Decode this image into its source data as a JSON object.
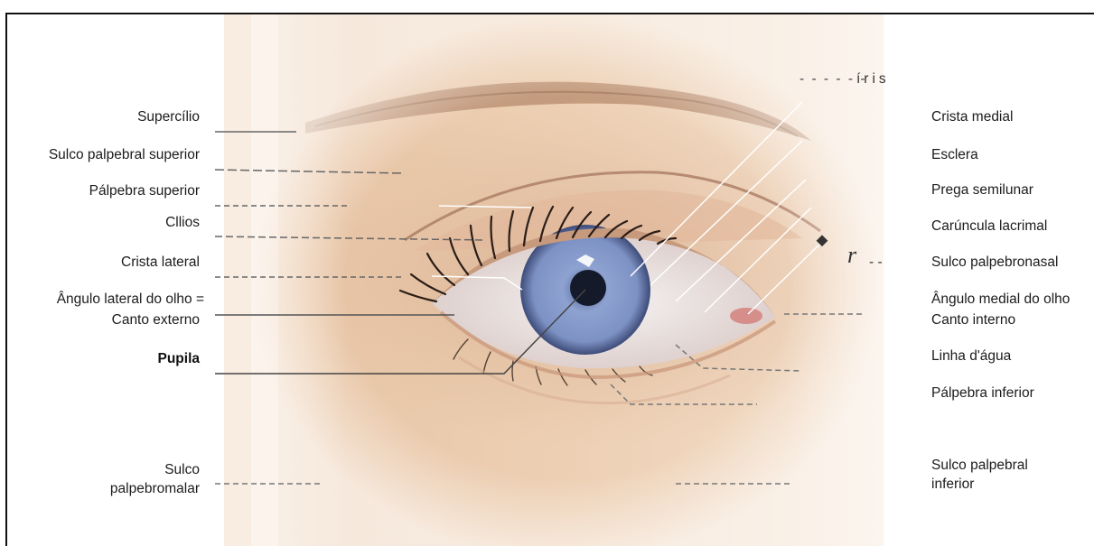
{
  "labels_left": [
    {
      "id": "supercilio",
      "text": "Supercílio"
    },
    {
      "id": "sulco_palpebral_superior",
      "text": "Sulco palpebral superior"
    },
    {
      "id": "palpebra_superior",
      "text": "Pálpebra superior"
    },
    {
      "id": "cilios",
      "text": "Cllios"
    },
    {
      "id": "crista_lateral",
      "text": "Crista lateral"
    },
    {
      "id": "angulo_lateral_1",
      "text": "Ângulo lateral do olho ="
    },
    {
      "id": "angulo_lateral_2",
      "text": "Canto externo"
    },
    {
      "id": "pupila",
      "text": "Pupila"
    },
    {
      "id": "sulco_palpebromalar_1",
      "text": "Sulco"
    },
    {
      "id": "sulco_palpebromalar_2",
      "text": "palpebromalar"
    }
  ],
  "labels_right": [
    {
      "id": "iris",
      "text": "íris"
    },
    {
      "id": "crista_medial",
      "text": "Crista medial"
    },
    {
      "id": "esclera",
      "text": "Esclera"
    },
    {
      "id": "prega_semilunar",
      "text": "Prega semilunar"
    },
    {
      "id": "caruncula_lacrimal",
      "text": "Carúncula lacrimal"
    },
    {
      "id": "sulco_palpebronasal",
      "text": "Sulco palpebronasal"
    },
    {
      "id": "angulo_medial_1",
      "text": "Ângulo medial do olho"
    },
    {
      "id": "angulo_medial_2",
      "text": "Canto interno"
    },
    {
      "id": "linha_dagua",
      "text": "Linha d'água"
    },
    {
      "id": "palpebra_inferior",
      "text": "Pálpebra inferior"
    },
    {
      "id": "sulco_palpebral_inferior_1",
      "text": "Sulco palpebral"
    },
    {
      "id": "sulco_palpebral_inferior_2",
      "text": "inferior"
    }
  ],
  "artifacts": {
    "r_mark": "r",
    "r_dashes": "- -",
    "iris_dashes": "- - - - - -"
  },
  "colors": {
    "skin_light": "#f6e2cf",
    "skin_mid": "#e9c6a8",
    "iris": "#8296c4",
    "pupil": "#141a2a",
    "line": "#ffffff"
  }
}
